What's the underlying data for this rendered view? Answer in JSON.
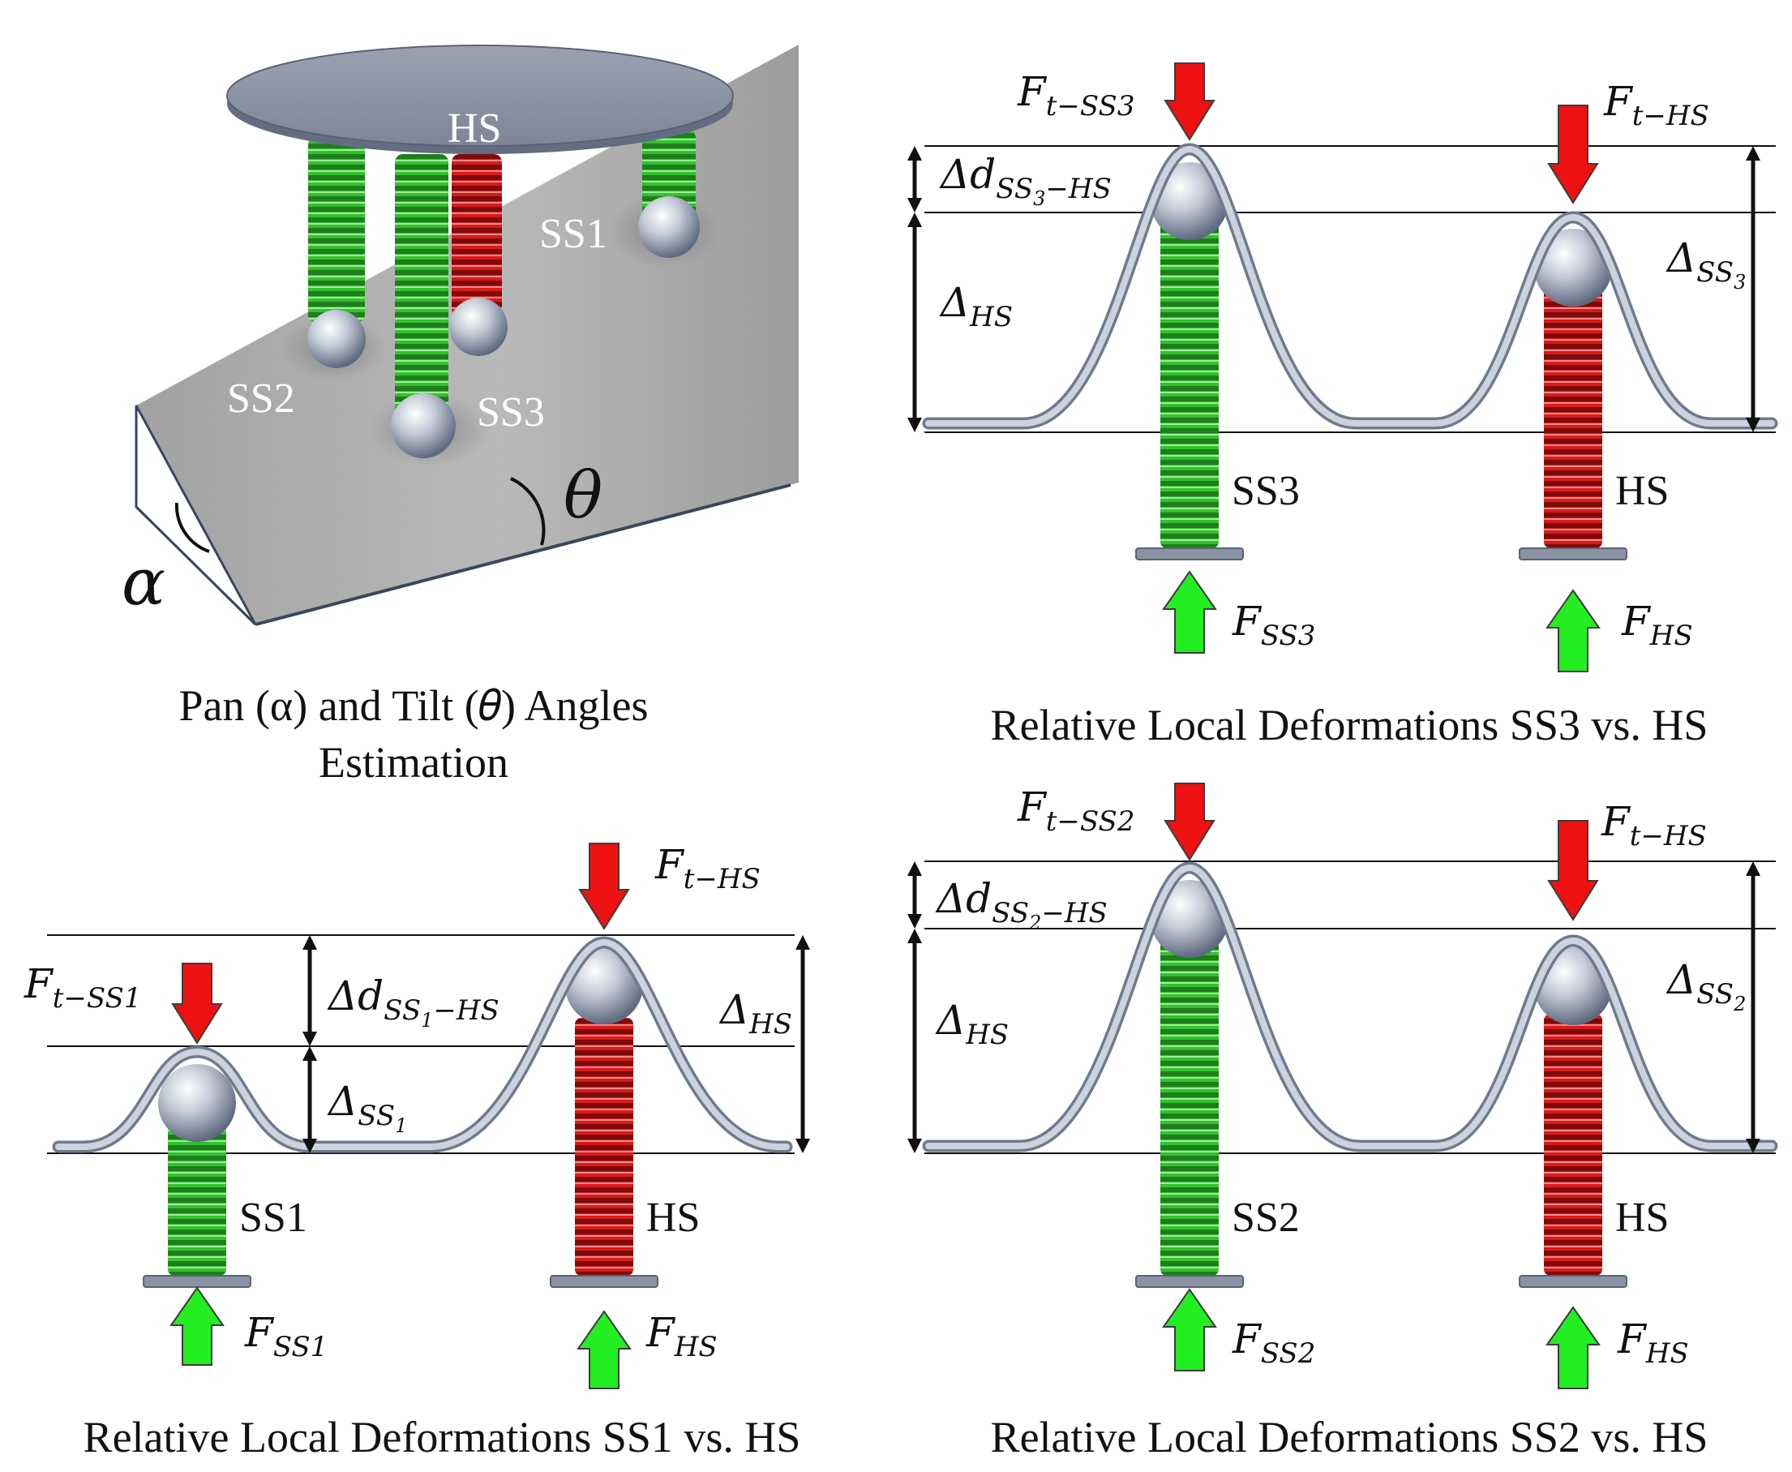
{
  "colors": {
    "soft_spring": "#2fb52a",
    "hard_spring": "#d01616",
    "arrow_down": "#ee1111",
    "arrow_up": "#22ee22",
    "membrane": "#6f7a8e",
    "plate": "#8a93a4",
    "ramp": "#a9a9a9"
  },
  "panel_tl": {
    "caption_line1": "Pan (α) and Tilt (𝜃) Angles",
    "caption_line2": "Estimation",
    "labels": {
      "hs": "HS",
      "ss1": "SS1",
      "ss2": "SS2",
      "ss3": "SS3"
    },
    "alpha": "α",
    "theta": "θ"
  },
  "panel_tr": {
    "caption": "Relative Local Deformations SS3 vs. HS",
    "f_t_soft": {
      "main": "F",
      "sub": "t−SS3"
    },
    "f_t_hard": {
      "main": "F",
      "sub": "t−HS"
    },
    "f_soft": {
      "main": "F",
      "sub": "SS3"
    },
    "f_hard": {
      "main": "F",
      "sub": "HS"
    },
    "delta_d": {
      "main": "Δd",
      "sub": "SS",
      "subsub": "3",
      "tail": "−HS"
    },
    "delta_hs": {
      "main": "Δ",
      "sub": "HS"
    },
    "delta_ss": {
      "main": "Δ",
      "sub": "SS",
      "subsub": "3"
    },
    "soft_label": "SS3",
    "hard_label": "HS"
  },
  "panel_bl": {
    "caption": "Relative Local Deformations SS1 vs. HS",
    "f_t_soft": {
      "main": "F",
      "sub": "t−SS1"
    },
    "f_t_hard": {
      "main": "F",
      "sub": "t−HS"
    },
    "f_soft": {
      "main": "F",
      "sub": "SS1"
    },
    "f_hard": {
      "main": "F",
      "sub": "HS"
    },
    "delta_d": {
      "main": "Δd",
      "sub": "SS",
      "subsub": "1",
      "tail": "−HS"
    },
    "delta_hs": {
      "main": "Δ",
      "sub": "HS"
    },
    "delta_ss": {
      "main": "Δ",
      "sub": "SS",
      "subsub": "1"
    },
    "soft_label": "SS1",
    "hard_label": "HS"
  },
  "panel_br": {
    "caption": "Relative Local Deformations SS2 vs. HS",
    "f_t_soft": {
      "main": "F",
      "sub": "t−SS2"
    },
    "f_t_hard": {
      "main": "F",
      "sub": "t−HS"
    },
    "f_soft": {
      "main": "F",
      "sub": "SS2"
    },
    "f_hard": {
      "main": "F",
      "sub": "HS"
    },
    "delta_d": {
      "main": "Δd",
      "sub": "SS",
      "subsub": "2",
      "tail": "−HS"
    },
    "delta_hs": {
      "main": "Δ",
      "sub": "HS"
    },
    "delta_ss": {
      "main": "Δ",
      "sub": "SS",
      "subsub": "2"
    },
    "soft_label": "SS2",
    "hard_label": "HS"
  }
}
